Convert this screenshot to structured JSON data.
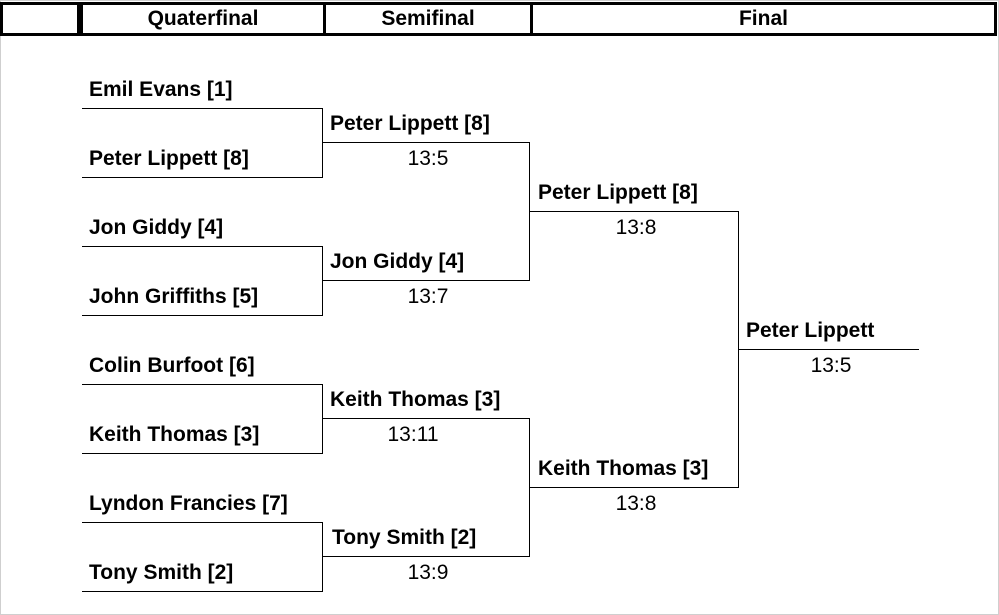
{
  "headers": {
    "quarterfinal": "Quaterfinal",
    "semifinal": "Semifinal",
    "final": "Final"
  },
  "quarterfinal": {
    "players": [
      "Emil Evans [1]",
      "Peter Lippett [8]",
      "Jon Giddy [4]",
      "John Griffiths [5]",
      "Colin Burfoot [6]",
      "Keith Thomas [3]",
      "Lyndon Francies [7]",
      "Tony Smith [2]"
    ]
  },
  "semifinal": {
    "players": [
      "Peter Lippett [8]",
      "Jon Giddy [4]",
      "Keith Thomas [3]",
      "Tony Smith [2]"
    ],
    "scores": [
      "13:5",
      "13:7",
      "13:11",
      "13:9"
    ]
  },
  "final": {
    "players": [
      "Peter Lippett [8]",
      "Keith Thomas [3]"
    ],
    "scores": [
      "13:8",
      "13:8"
    ]
  },
  "champion": {
    "name": "Peter Lippett",
    "score": "13:5"
  }
}
